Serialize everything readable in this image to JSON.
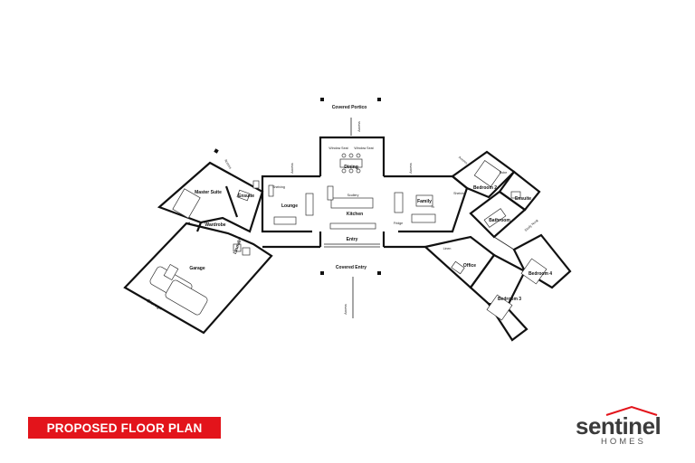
{
  "banner": {
    "text": "PROPOSED FLOOR PLAN",
    "color": "#e3141b"
  },
  "logo": {
    "word": "sentinel",
    "sub": "HOMES",
    "accent": "#e3141b"
  },
  "plan": {
    "covered_portico": "Covered Portico",
    "covered_entry": "Covered Entry",
    "access": "Access",
    "dining": "Dining",
    "lounge": "Lounge",
    "kitchen": "Kitchen",
    "family": "Family",
    "entry": "Entry",
    "master_suite": "Master Suite",
    "ensuite": "Ensuite",
    "wardrobe": "Wardrobe",
    "laundry": "Laundry",
    "garage": "Garage",
    "storage": "Storage",
    "bedroom2": "Bedroom 2",
    "bedroom3": "Bedroom 3",
    "bedroom4": "Bedroom 4",
    "ensuite2": "Ensuite",
    "bathroom": "Bathroom",
    "office": "Office",
    "linen": "Linen",
    "study_nook": "Study Nook",
    "scullery": "Scullery",
    "window_seat": "Window Seat",
    "tv": "Tv",
    "shelving": "Shelving",
    "shelving_r": "Shelving",
    "fridge": "Fridge",
    "robe": "Robe",
    "dining_table": "Dining"
  }
}
